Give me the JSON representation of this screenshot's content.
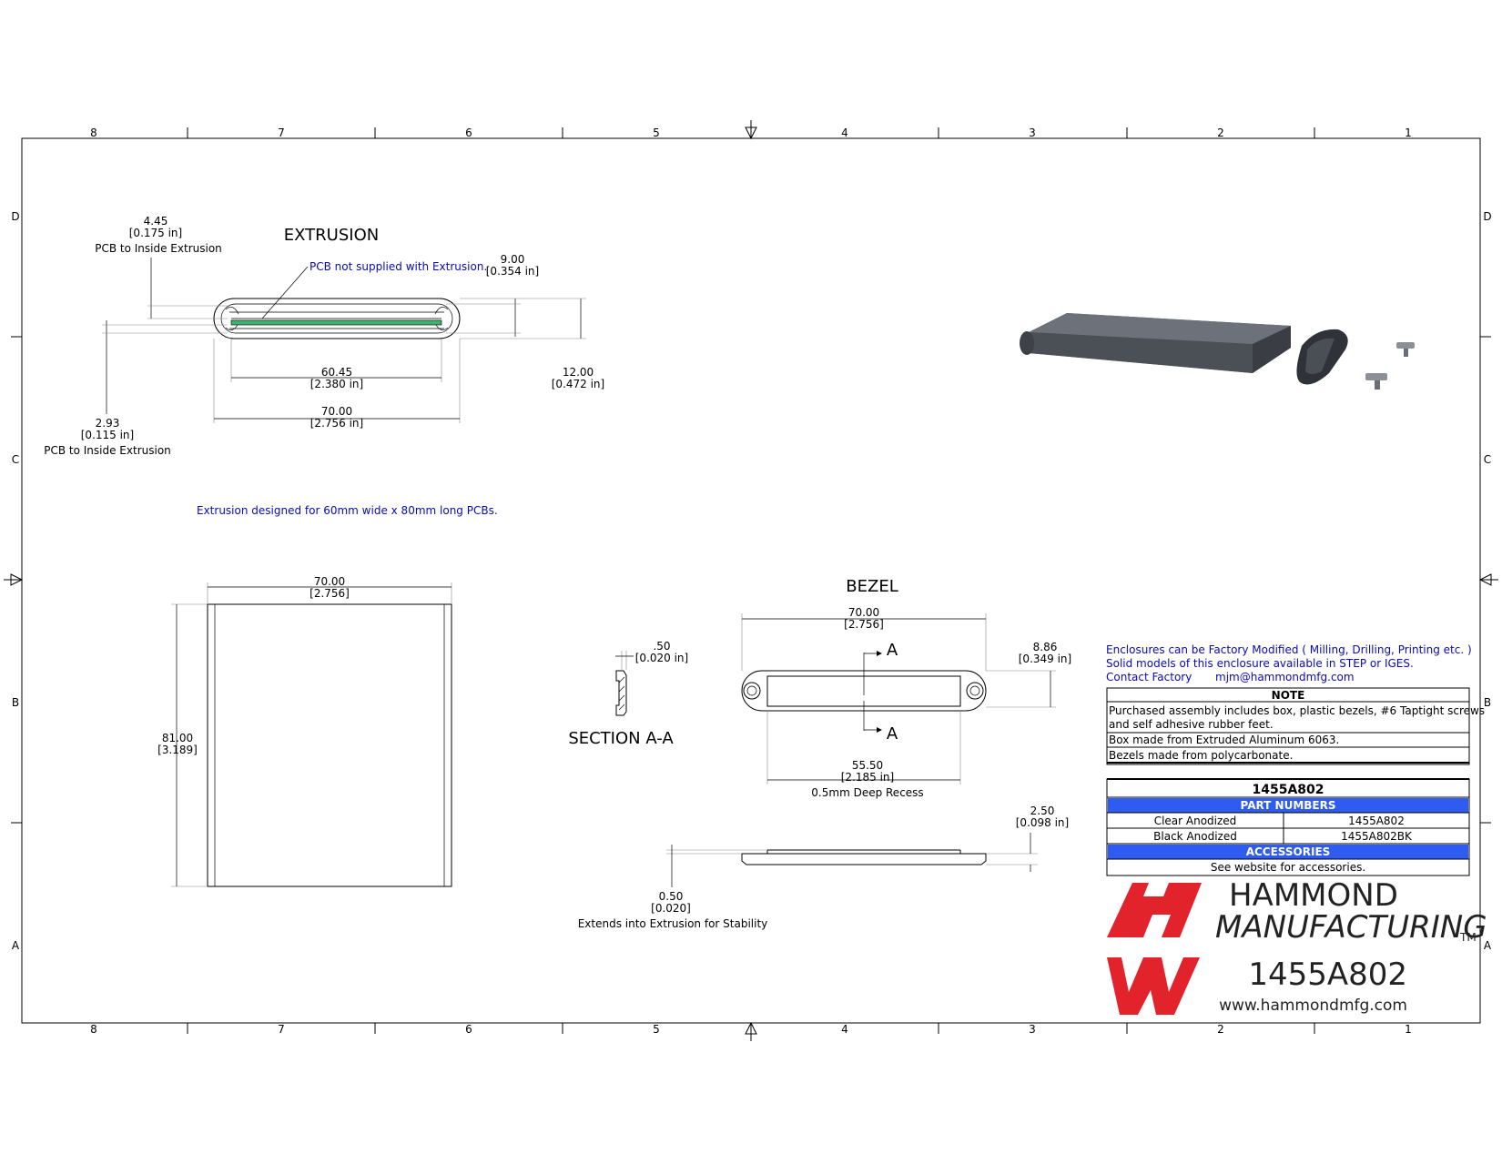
{
  "zones": {
    "columns": [
      "8",
      "7",
      "6",
      "5",
      "4",
      "3",
      "2",
      "1"
    ],
    "rows": [
      "D",
      "C",
      "B",
      "A"
    ]
  },
  "extrusion": {
    "title": "EXTRUSION",
    "pcb_note": "PCB not supplied with Extrusion.",
    "dim_top_mm": "4.45",
    "dim_top_in": "[0.175 in]",
    "dim_top_label": "PCB to Inside Extrusion",
    "dim_height_inner_mm": "9.00",
    "dim_height_inner_in": "[0.354 in]",
    "dim_height_outer_mm": "12.00",
    "dim_height_outer_in": "[0.472 in]",
    "dim_inner_width_mm": "60.45",
    "dim_inner_width_in": "[2.380 in]",
    "dim_outer_width_mm": "70.00",
    "dim_outer_width_in": "[2.756 in]",
    "dim_bottom_mm": "2.93",
    "dim_bottom_in": "[0.115 in]",
    "dim_bottom_label": "PCB to Inside Extrusion",
    "design_note": "Extrusion designed for 60mm wide x 80mm long  PCBs."
  },
  "top_view": {
    "width_mm": "70.00",
    "width_in": "[2.756]",
    "length_mm": "81.00",
    "length_in": "[3.189]"
  },
  "section": {
    "title": "SECTION  A-A",
    "dim_mm": ".50",
    "dim_in": "[0.020 in]"
  },
  "bezel": {
    "title": "BEZEL",
    "width_mm": "70.00",
    "width_in": "[2.756]",
    "height_mm": "8.86",
    "height_in": "[0.349 in]",
    "recess_mm": "55.50",
    "recess_in": "[2.185 in]",
    "recess_label": "0.5mm Deep Recess",
    "section_mark": "A",
    "thick_mm": "2.50",
    "thick_in": "[0.098 in]",
    "lip_mm": "0.50",
    "lip_in": "[0.020]",
    "lip_label": "Extends into Extrusion for Stability"
  },
  "info": {
    "line1": "Enclosures can be Factory Modified ( Milling, Drilling, Printing etc. )",
    "line2": "Solid models of this enclosure available in STEP or IGES.",
    "contact_label": "Contact Factory",
    "contact_email": "mjm@hammondmfg.com"
  },
  "note": {
    "header": "NOTE",
    "rows": [
      "Purchased assembly includes box, plastic bezels, #6 Taptight screws",
      "and self adhesive rubber feet.",
      "Box made from Extruded Aluminum 6063.",
      "Bezels made from polycarbonate."
    ]
  },
  "parts": {
    "title": "1455A802",
    "header": "PART NUMBERS",
    "rows": [
      {
        "finish": "Clear Anodized",
        "number": "1455A802"
      },
      {
        "finish": "Black Anodized",
        "number": "1455A802BK"
      }
    ],
    "accessories_header": "ACCESSORIES",
    "accessories_text": "See website for accessories."
  },
  "brand": {
    "line1": "HAMMOND",
    "line2": "MANUFACTURING",
    "tm": "TM",
    "part": "1455A802",
    "website": "www.hammondmfg.com",
    "logo_color": "#e3232b"
  },
  "colors": {
    "pcb": "#3cb46e",
    "note_blue": "#0a0ab4",
    "header_blue": "#2f5cf0"
  }
}
